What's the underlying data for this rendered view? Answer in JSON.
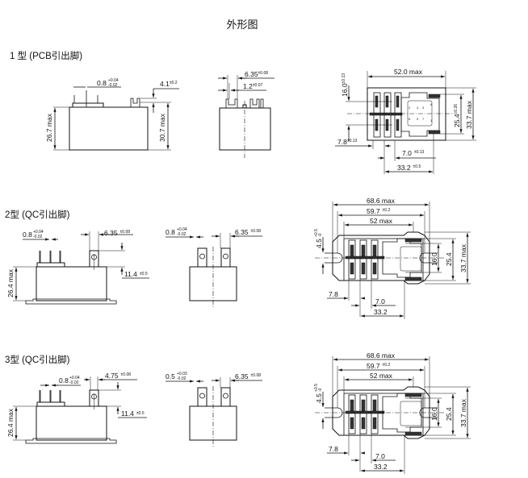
{
  "title": "外形图",
  "type1": {
    "label": "1 型  (PCB引出脚)",
    "side": {
      "pin_width": "0.8",
      "pin_width_tol_plus": "+0.04",
      "pin_width_tol_minus": "-0.02",
      "height_left": "26.7 max",
      "height_right": "30.7 max",
      "term_height": "4.1",
      "term_height_tol": "±0.2"
    },
    "end": {
      "term_pitch": "6.35",
      "term_pitch_tol": "±0.08",
      "term_width": "1.2",
      "term_width_tol": "±0.07"
    },
    "top": {
      "length": "52.0 max",
      "d16": "16.0",
      "d16_tol": "±0.13",
      "d25": "25.4",
      "d25_tol": "±0.26",
      "width": "33.7 max",
      "d78": "7.8",
      "d78_tol": "±0.13",
      "d70": "7.0",
      "d70_tol": "±0.13",
      "d332": "33.2",
      "d332_tol": "±0.5"
    }
  },
  "type2": {
    "label": "2型  (QC引出脚)",
    "side": {
      "pin_width": "0.8",
      "pin_width_tol_plus": "+0.04",
      "pin_width_tol_minus": "-0.02",
      "tab_width": "6.35",
      "tab_width_tol": "±0.08",
      "tab_height": "11.4",
      "tab_height_tol": "±0.5",
      "height": "26.4 max"
    },
    "end": {
      "pin_width": "0.8",
      "pin_width_tol_plus": "+0.04",
      "pin_width_tol_minus": "-0.02",
      "tab_width": "6.35",
      "tab_width_tol": "±0.08"
    },
    "top": {
      "overall": "68.6 max",
      "mount": "59.7",
      "mount_tol": "±0.2",
      "length": "52 max",
      "slot": "4.5",
      "slot_tol_plus": "+0.5",
      "slot_tol_minus": "-0",
      "d16": "16.0",
      "d25": "25.4",
      "width": "33.7 max",
      "d78": "7.8",
      "d70": "7.0",
      "d332": "33.2"
    }
  },
  "type3": {
    "label": "3型  (QC引出脚)",
    "side": {
      "pin_width": "0.8",
      "pin_width_tol_plus": "+0.04",
      "pin_width_tol_minus": "-0.02",
      "tab_width": "4.75",
      "tab_width_tol": "±0.08",
      "tab_height": "11.4",
      "tab_height_tol": "±0.5",
      "height": "26.4 max"
    },
    "end": {
      "pin_width": "0.5",
      "pin_width_tol_plus": "+0.03",
      "pin_width_tol_minus": "-0.02",
      "tab_width": "6.35",
      "tab_width_tol": "±0.08"
    },
    "top": {
      "overall": "68.6 max",
      "mount": "59.7",
      "mount_tol": "±0.2",
      "length": "52 max",
      "slot": "4.5",
      "slot_tol_plus": "+0.5",
      "slot_tol_minus": "-0",
      "d16": "16.0",
      "d25": "25.4",
      "width": "33.7 max",
      "d78": "7.8",
      "d70": "7.0",
      "d332": "33.2"
    }
  },
  "pin_numbers": [
    "1",
    "2",
    "3",
    "4",
    "5",
    "6",
    "7",
    "8"
  ]
}
